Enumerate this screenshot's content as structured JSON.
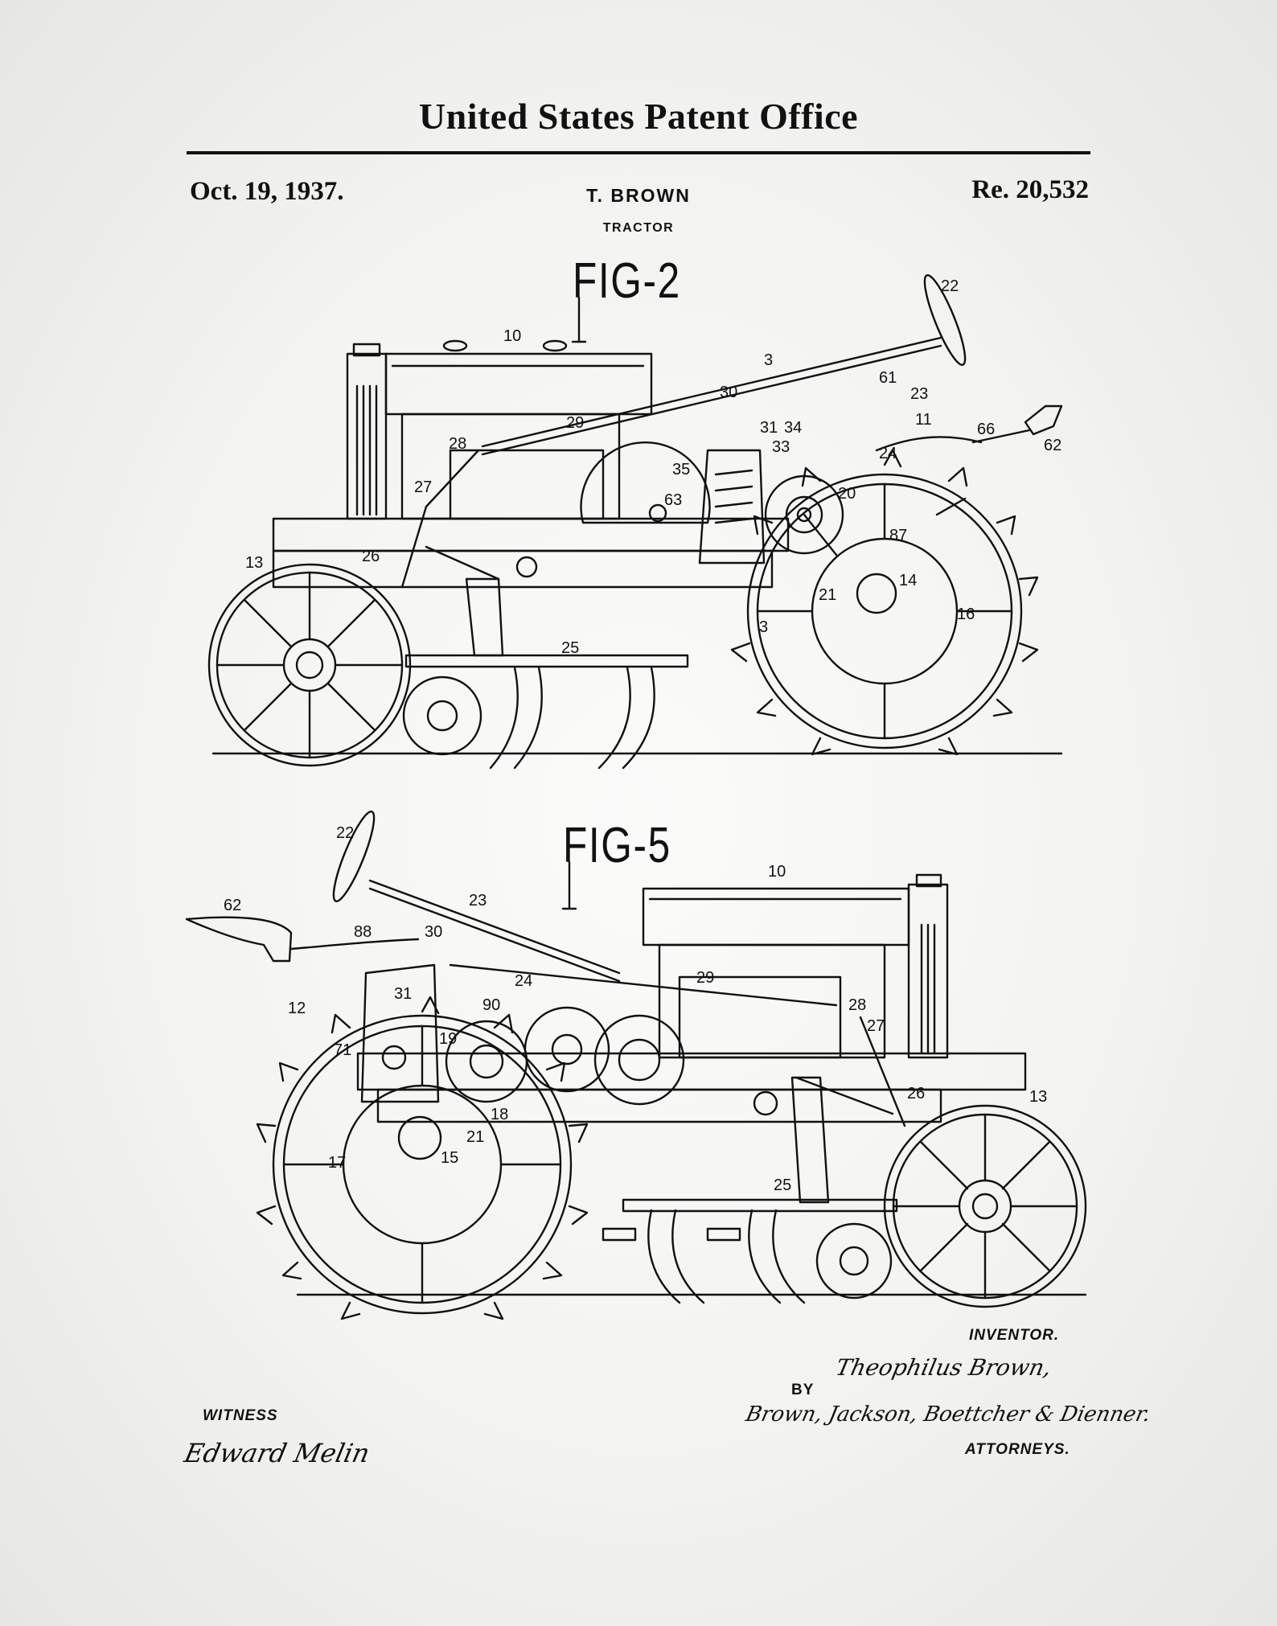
{
  "header": {
    "office": "United States Patent Office",
    "date": "Oct. 19, 1937.",
    "inventor_name": "T. BROWN",
    "invention_title": "TRACTOR",
    "patent_number": "Re. 20,532"
  },
  "figures": [
    {
      "label": "FIG-2",
      "callouts": [
        "10",
        "22",
        "3",
        "30",
        "61",
        "23",
        "11",
        "29",
        "31",
        "34",
        "33",
        "66",
        "62",
        "28",
        "24",
        "35",
        "20",
        "27",
        "63",
        "87",
        "26",
        "13",
        "21",
        "14",
        "3",
        "16",
        "25"
      ]
    },
    {
      "label": "FIG-5",
      "callouts": [
        "22",
        "10",
        "62",
        "23",
        "88",
        "30",
        "12",
        "29",
        "31",
        "24",
        "90",
        "28",
        "27",
        "71",
        "19",
        "26",
        "13",
        "18",
        "21",
        "17",
        "15",
        "25"
      ]
    }
  ],
  "signatures": {
    "witness_label": "WITNESS",
    "witness_signature": "Edward Melin",
    "inventor_label": "INVENTOR.",
    "inventor_signature": "Theophilus Brown,",
    "by_label": "BY",
    "attorneys_signature": "Brown, Jackson, Boettcher & Dienner.",
    "attorneys_label": "ATTORNEYS."
  }
}
